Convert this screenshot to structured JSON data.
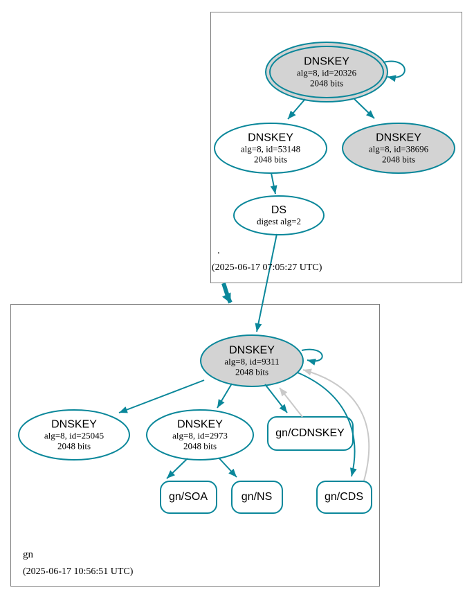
{
  "zones": {
    "root": {
      "label": ".",
      "timestamp": "(2025-06-17 07:05:27 UTC)"
    },
    "gn": {
      "label": "gn",
      "timestamp": "(2025-06-17 10:56:51 UTC)"
    }
  },
  "nodes": {
    "root_ksk": {
      "title": "DNSKEY",
      "detail": "alg=8, id=20326",
      "size": "2048 bits"
    },
    "root_zsk": {
      "title": "DNSKEY",
      "detail": "alg=8, id=53148",
      "size": "2048 bits"
    },
    "root_key_38696": {
      "title": "DNSKEY",
      "detail": "alg=8, id=38696",
      "size": "2048 bits"
    },
    "root_ds": {
      "title": "DS",
      "detail": "digest alg=2"
    },
    "gn_ksk": {
      "title": "DNSKEY",
      "detail": "alg=8, id=9311",
      "size": "2048 bits"
    },
    "gn_key_25045": {
      "title": "DNSKEY",
      "detail": "alg=8, id=25045",
      "size": "2048 bits"
    },
    "gn_key_2973": {
      "title": "DNSKEY",
      "detail": "alg=8, id=2973",
      "size": "2048 bits"
    },
    "gn_cdnskey": {
      "label": "gn/CDNSKEY"
    },
    "gn_soa": {
      "label": "gn/SOA"
    },
    "gn_ns": {
      "label": "gn/NS"
    },
    "gn_cds": {
      "label": "gn/CDS"
    }
  },
  "colors": {
    "secure_teal": "#0a879a",
    "node_fill_gray": "#d3d3d3",
    "node_fill_white": "#ffffff",
    "insecure_edge_gray": "#c9c9c9",
    "zone_box_border": "#7d7d7d",
    "text": "#000000"
  }
}
